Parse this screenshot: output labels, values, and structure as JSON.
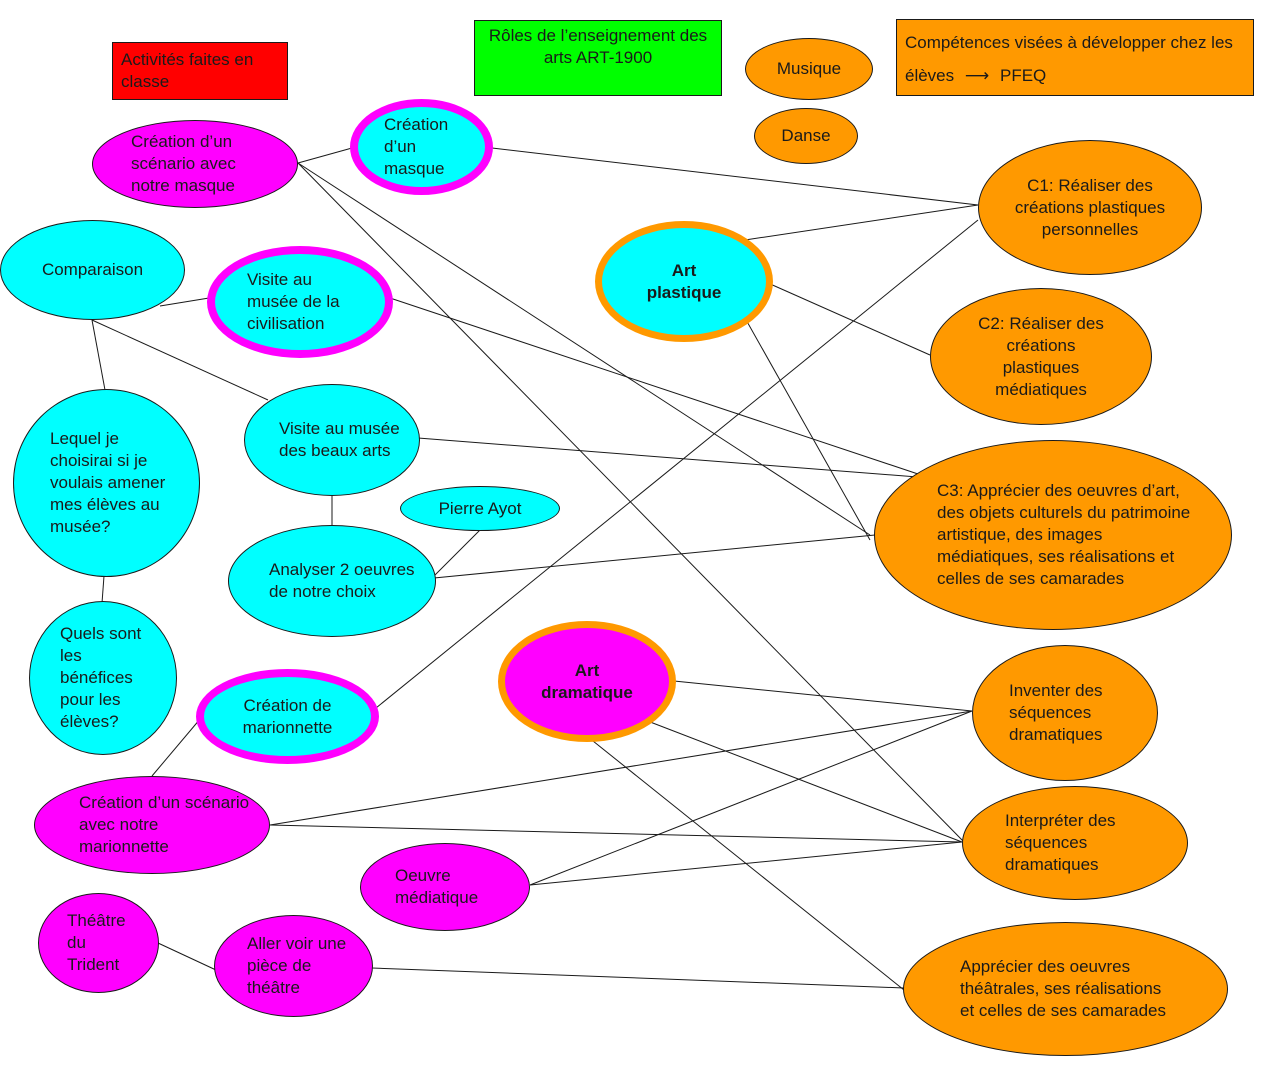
{
  "legend": {
    "activities": "Activités faites en classe",
    "roles": "Rôles de l’enseignement des arts ART-1900",
    "competences": "Compétences visées à développer chez les élèves",
    "arrow": "⟶",
    "pfeq": "PFEQ"
  },
  "domains": {
    "musique": "Musique",
    "danse": "Danse",
    "art_plastique": "Art plastique",
    "art_dramatique": "Art dramatique"
  },
  "activities": {
    "scenario_masque": "Création d’un scénario avec notre masque",
    "creation_masque": "Création d’un masque",
    "comparaison": "Comparaison",
    "musee_civilisation": "Visite au musée de la civilisation",
    "lequel": "Lequel je choisirai si je voulais amener mes élèves au musée?",
    "musee_beaux_arts": "Visite au musée des beaux arts",
    "pierre_ayot": "Pierre Ayot",
    "analyser": "Analyser 2 oeuvres de notre choix",
    "benefices": "Quels sont les bénéfices pour les élèves?",
    "marionnette": "Création de marionnette",
    "scenario_marionnette": "Création d’un scénario avec notre marionnette",
    "oeuvre_mediatique": "Oeuvre médiatique",
    "trident": "Théâtre du Trident",
    "piece_theatre": "Aller voir une pièce de théâtre"
  },
  "competences": {
    "c1": "C1: Réaliser des créations plastiques personnelles",
    "c2": "C2: Réaliser des créations plastiques médiatiques",
    "c3": "C3: Apprécier des oeuvres d’art, des objets culturels du patrimoine artistique, des images médiatiques, ses réalisations et celles de ses camarades",
    "inventer": "Inventer des séquences dramatiques",
    "interpreter": "Interpréter des séquences dramatiques",
    "apprecier_theatre": "Apprécier des oeuvres théâtrales, ses réalisations et celles de ses camarades"
  },
  "colors": {
    "activity_box": "#ff0000",
    "roles_box": "#00ff00",
    "competence": "#ff9900",
    "cyan_node": "#00ffff",
    "magenta_node": "#ff00ff",
    "line": "#1a1a1a"
  }
}
